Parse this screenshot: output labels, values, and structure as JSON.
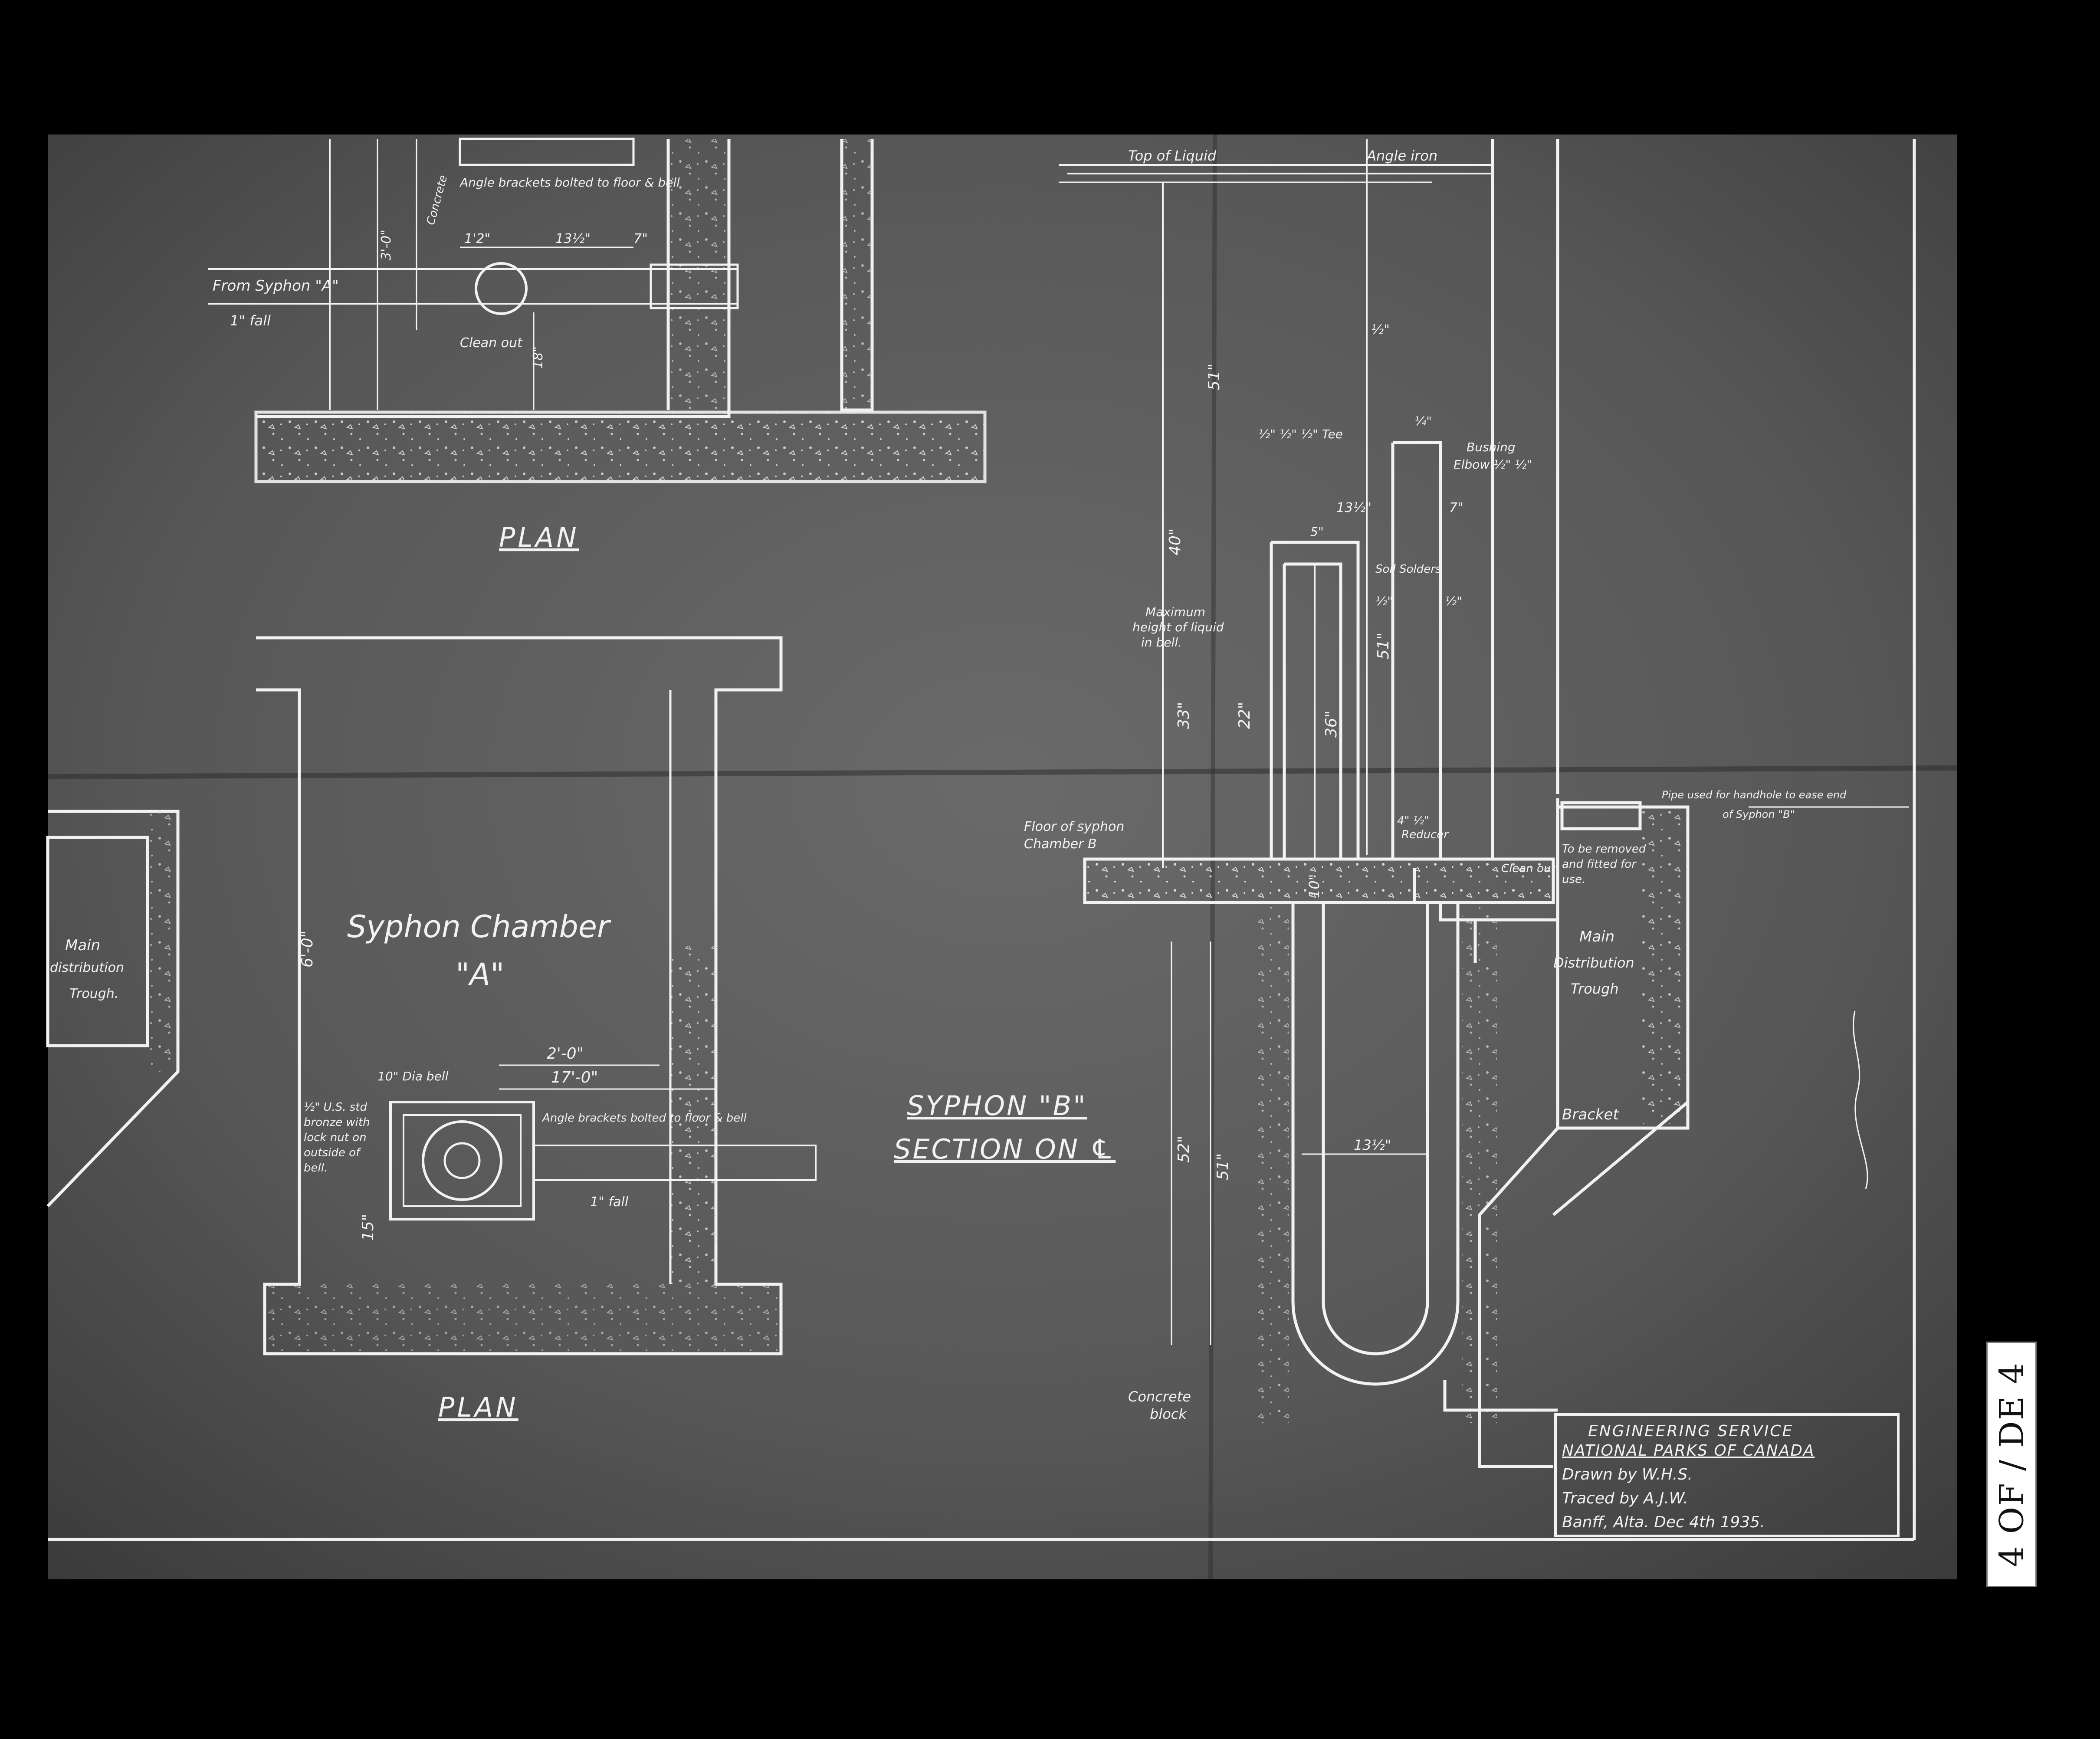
{
  "reel_label": "4 OF / DE 4",
  "top_left_plan": {
    "caption": "PLAN",
    "labels": {
      "from_syphon": "From Syphon \"A\"",
      "fall": "1\" fall",
      "angle_brackets": "Angle brackets bolted to floor & bell",
      "concrete": "Concrete",
      "clean_out": "Clean out",
      "dim_3_0": "3'-0\"",
      "dim_18": "18\"",
      "dim_1": "1'2\"",
      "dim_2": "13½\"",
      "dim_3": "7\""
    }
  },
  "syphon_chamber_a": {
    "title_line1": "Syphon Chamber",
    "title_line2": "\"A\"",
    "caption": "PLAN",
    "labels": {
      "bell_dia": "10\" Dia bell",
      "dim_2_0": "2'-0\"",
      "dim_17_0": "17'-0\"",
      "dim_6_0": "6'-0\"",
      "dim_15": "15\"",
      "bolts_note_1": "½\" U.S. std",
      "bolts_note_2": "bronze with",
      "bolts_note_3": "lock nut on",
      "bolts_note_4": "outside of",
      "bolts_note_5": "bell.",
      "angle_brackets": "Angle brackets bolted to floor & bell",
      "fall": "1\" fall"
    }
  },
  "left_trough": {
    "line1": "Main",
    "line2": "distribution",
    "line3": "Trough."
  },
  "section_title": {
    "line1": "SYPHON \"B\"",
    "line2": "SECTION ON ℄"
  },
  "section_b": {
    "top_of_liquid": "Top of Liquid",
    "angle_iron": "Angle iron",
    "dim_half_a": "½\"",
    "dim_51_a": "51\"",
    "dim_40": "40\"",
    "tee": "½\" ½\" ½\" Tee",
    "bushing": "Bushing",
    "elbow": "Elbow ½\" ½\"",
    "dim_quarter": "¼\"",
    "dim_13half_a": "13½\"",
    "dim_7": "7\"",
    "dim_5": "5\"",
    "soil_solders": "Soil Solders",
    "dim_half_b": "½\"",
    "dim_half_c": "½\"",
    "max_height_1": "Maximum",
    "max_height_2": "height of liquid",
    "max_height_3": "in bell.",
    "dim_51_b": "51\"",
    "dim_33": "33\"",
    "dim_22": "22\"",
    "dim_36": "36\"",
    "floor_1": "Floor of syphon",
    "floor_2": "Chamber B",
    "reducer_1": "4\" ½\"",
    "reducer_2": "Reducer",
    "clean_out": "Clean out",
    "dim_10": "10\"",
    "dim_52": "52\"",
    "dim_51_c": "51\"",
    "dim_13half_b": "13½\"",
    "concrete_block_1": "Concrete",
    "concrete_block_2": "block",
    "to_be_removed_1": "To be removed",
    "to_be_removed_2": "and fitted for",
    "to_be_removed_3": "use.",
    "trough_1": "Main",
    "trough_2": "Distribution",
    "trough_3": "Trough",
    "bracket": "Bracket",
    "pipe_note_1": "Pipe used for handhole to ease end",
    "pipe_note_2": "of Syphon \"B\""
  },
  "title_block": {
    "line1": "ENGINEERING SERVICE",
    "line2": "NATIONAL PARKS OF CANADA",
    "line3": "Drawn by W.H.S.",
    "line4": "Traced by A.J.W.",
    "line5": "Banff, Alta. Dec 4th 1935."
  }
}
